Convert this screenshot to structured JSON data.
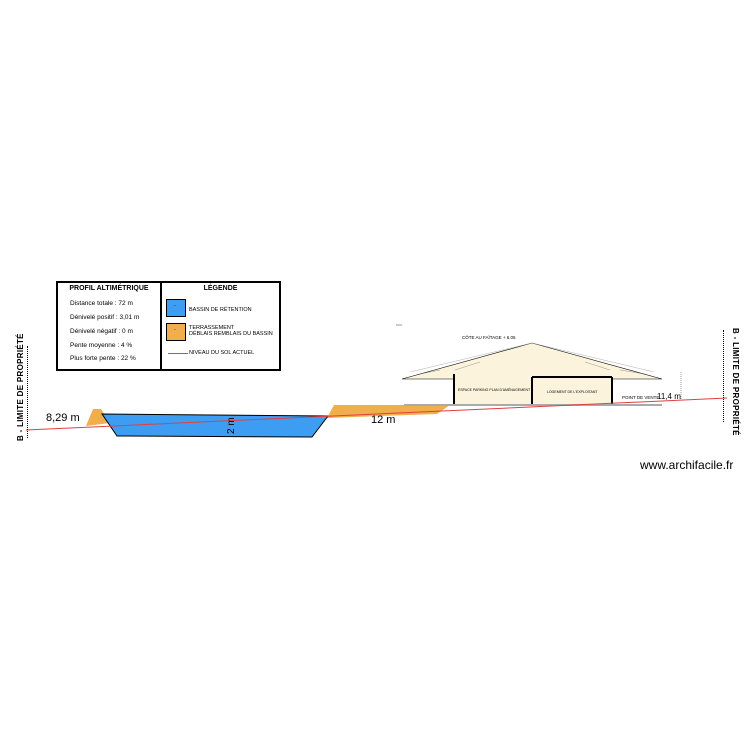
{
  "profile": {
    "title": "PROFIL ALTIMÉTRIQUE",
    "stats": [
      "Distance totale : 72 m",
      "Dénivelé positif : 3,01 m",
      "Dénivelé négatif : 0 m",
      "Pente moyenne : 4 %",
      "Plus forte pente : 22 %"
    ]
  },
  "legend": {
    "title": "LÉGENDE",
    "items": [
      {
        "label": "BASSIN DE RÉTENTION",
        "color": "#3d9df2"
      },
      {
        "label_line1": "TERRASSEMENT",
        "label_line2": "DÉBLAIS REMBLAIS DU BASSIN",
        "color": "#f0ae4c"
      },
      {
        "label": "NIVEAU DU SOL ACTUEL",
        "color": "#e04040"
      }
    ]
  },
  "limits": {
    "left": "B - LIMITE DE PROPRIÉTÉ",
    "right": "B - LIMITE DE PROPRIÉTÉ"
  },
  "dimensions": {
    "left_distance": "8,29 m",
    "depth": "2 m",
    "middle_distance": "12 m",
    "right_distance": "11,4 m"
  },
  "building": {
    "ridge_label": "CÔTE AU FAÎTAGE + 6.05",
    "room_left": "ESPACE PARKING PLAN D'AMÉNAGEMENT",
    "room_right": "LOGEMENT DE L'EXPLOITANT",
    "sale_point": "POINT DE VENTE"
  },
  "watermark": "www.archifacile.fr",
  "colors": {
    "basin": "#3d9df2",
    "earthwork": "#f0ae4c",
    "ground_line": "#e04040",
    "building_fill": "#fbf3dc"
  }
}
